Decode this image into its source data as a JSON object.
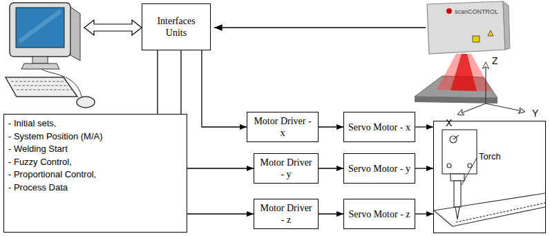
{
  "diagram": {
    "nodes": [
      {
        "text": [
          "Interfaces Units"
        ]
      },
      {
        "text": [
          "- Initial sets,",
          "- System Position (M/A)",
          "- Welding Start",
          "- Fuzzy Control,",
          "- Proportional Control,",
          "- Process Data"
        ]
      },
      {
        "text": [
          "Motor Driver - x"
        ]
      },
      {
        "text": [
          "Servo Motor - x"
        ]
      },
      {
        "text": [
          "Torch"
        ]
      },
      {
        "text": [
          "Motor Driver - y"
        ]
      },
      {
        "text": [
          "Servo Motor - y"
        ]
      },
      {
        "text": [
          "Motor Driver - z"
        ]
      },
      {
        "text": [
          "Servo Motor - z"
        ]
      }
    ],
    "edges": [
      {
        "from": 0,
        "to": 2,
        "arrow": "to"
      },
      {
        "from": 0,
        "to": 5,
        "arrow": "to"
      },
      {
        "from": 0,
        "to": 7,
        "arrow": "to"
      },
      {
        "from": 2,
        "to": 3,
        "arrow": "to"
      },
      {
        "from": 5,
        "to": 6,
        "arrow": "to"
      },
      {
        "from": 7,
        "to": 8,
        "arrow": "to"
      },
      {
        "from": 3,
        "to": 4,
        "arrow": "to"
      },
      {
        "from": 6,
        "to": 4,
        "arrow": "to"
      },
      {
        "from": 8,
        "to": 4,
        "arrow": "to"
      }
    ],
    "labels": [
      "Z",
      "X",
      "Y",
      "scanCONTROL"
    ]
  }
}
